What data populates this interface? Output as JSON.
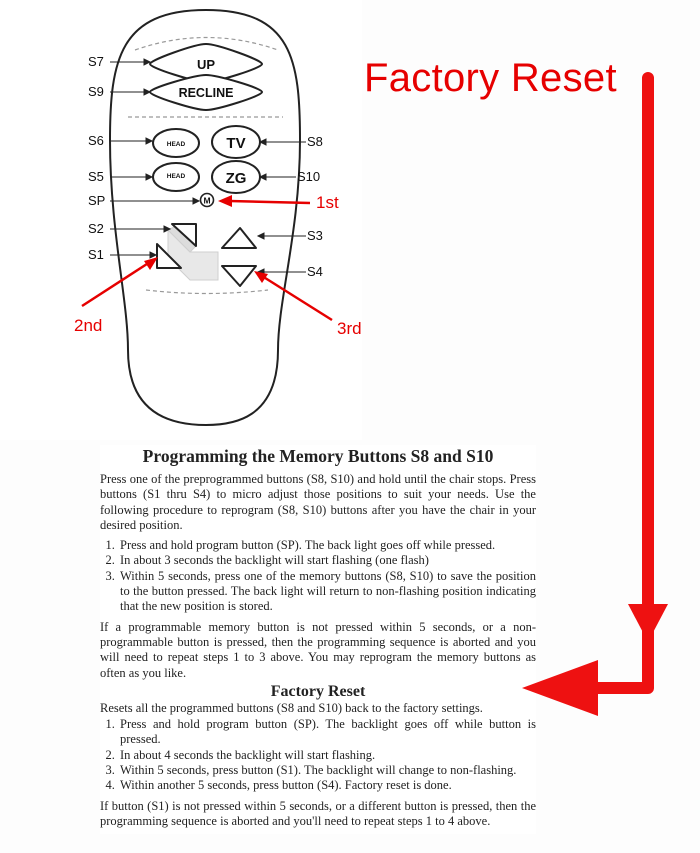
{
  "remote": {
    "buttons": {
      "up": "UP",
      "recline": "RECLINE",
      "head": "HEAD",
      "tv": "TV",
      "zg": "ZG",
      "memory": "M"
    },
    "callouts": {
      "s7": "S7",
      "s9": "S9",
      "s6": "S6",
      "s8": "S8",
      "s5": "S5",
      "s10": "S10",
      "sp": "SP",
      "s2": "S2",
      "s1": "S1",
      "s3": "S3",
      "s4": "S4"
    }
  },
  "annotations": {
    "title": "Factory Reset",
    "step1": "1st",
    "step2": "2nd",
    "step3": "3rd",
    "accent_color": "#e60000"
  },
  "document": {
    "heading": "Programming the Memory Buttons S8 and S10",
    "intro": "Press one of the preprogrammed buttons (S8, S10) and hold until the chair stops. Press buttons (S1 thru S4) to micro adjust those positions to suit your needs. Use the following procedure to reprogram (S8, S10) buttons after you have the chair in your desired position.",
    "steps": [
      "Press and hold program button (SP). The back light goes off while pressed.",
      "In about 3 seconds the backlight will start flashing (one flash)",
      "Within 5 seconds, press one of the memory buttons (S8, S10) to save the position to the button pressed. The back light will return to non-flashing position indicating that the new position is stored."
    ],
    "abort_note": "If a programmable memory button is not pressed within 5 seconds, or a non-programmable button is pressed, then the programming sequence is aborted and you will need to repeat steps 1 to 3 above. You may reprogram the memory buttons as often as you like.",
    "reset_heading": "Factory Reset",
    "reset_intro": "Resets all the programmed buttons (S8 and S10) back to the factory settings.",
    "reset_steps": [
      "Press and hold program button (SP). The backlight goes off while button is pressed.",
      "In about 4 seconds the backlight will start flashing.",
      "Within 5 seconds, press button (S1). The backlight will change to non-flashing.",
      "Within another 5 seconds, press button (S4). Factory reset is done."
    ],
    "reset_abort_note": "If button (S1) is not pressed within 5 seconds, or a different button is pressed, then the programming sequence is aborted and you'll need to repeat steps 1 to 4 above."
  }
}
